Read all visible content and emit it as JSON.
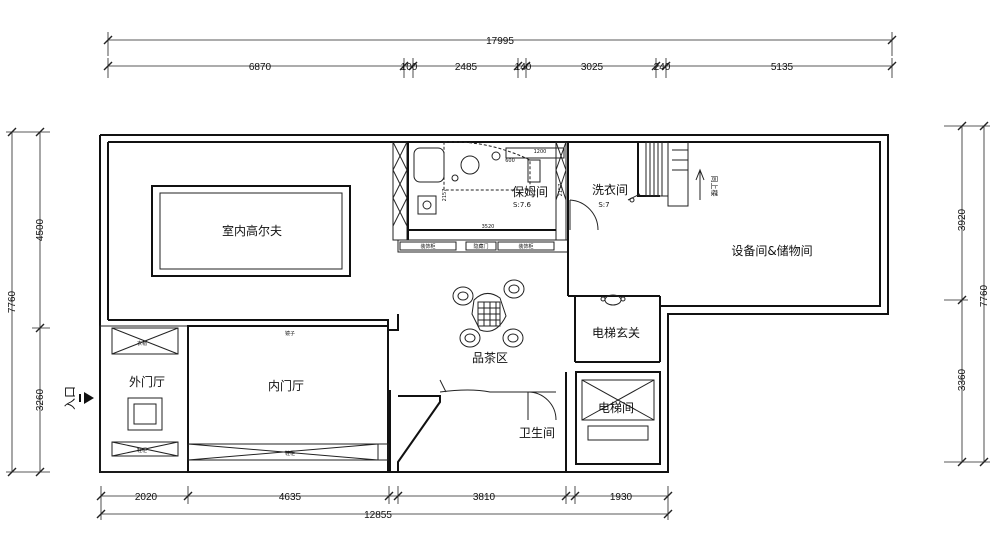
{
  "dimensions": {
    "top_total": "17995",
    "top_segments": [
      "6870",
      "100",
      "2485",
      "140",
      "3025",
      "240",
      "5135"
    ],
    "bottom_segments": [
      "2020",
      "4635",
      "3810",
      "1930"
    ],
    "bottom_total": "12855",
    "left_total": "7760",
    "left_segments": [
      "4500",
      "3260"
    ],
    "right_total": "7760",
    "right_segments": [
      "3920",
      "3360"
    ],
    "sub_dims": [
      "600",
      "1200",
      "2157",
      "2157",
      "3520"
    ]
  },
  "rooms": {
    "indoor_golf": "室内高尔夫",
    "nanny_room": "保姆间",
    "nanny_area": "S:7.6",
    "laundry": "洗衣间",
    "laundry_area": "S:7",
    "equipment_storage": "设备间&储物间",
    "tea_area": "品茶区",
    "elevator_foyer": "电梯玄关",
    "elevator": "电梯间",
    "bathroom": "卫生间",
    "outer_hall": "外门厅",
    "inner_hall": "内门厅",
    "stair_label": "同上楼"
  },
  "labels": {
    "entrance": "入口",
    "cabinet_a": "装饰柜",
    "cabinet_b": "隐藏门",
    "cabinet_c": "装饰柜",
    "top_left_box": "衣帽",
    "bottom_left_box": "鞋柜",
    "mirror": "镜子",
    "shoe_cabinet": "鞋柜"
  }
}
